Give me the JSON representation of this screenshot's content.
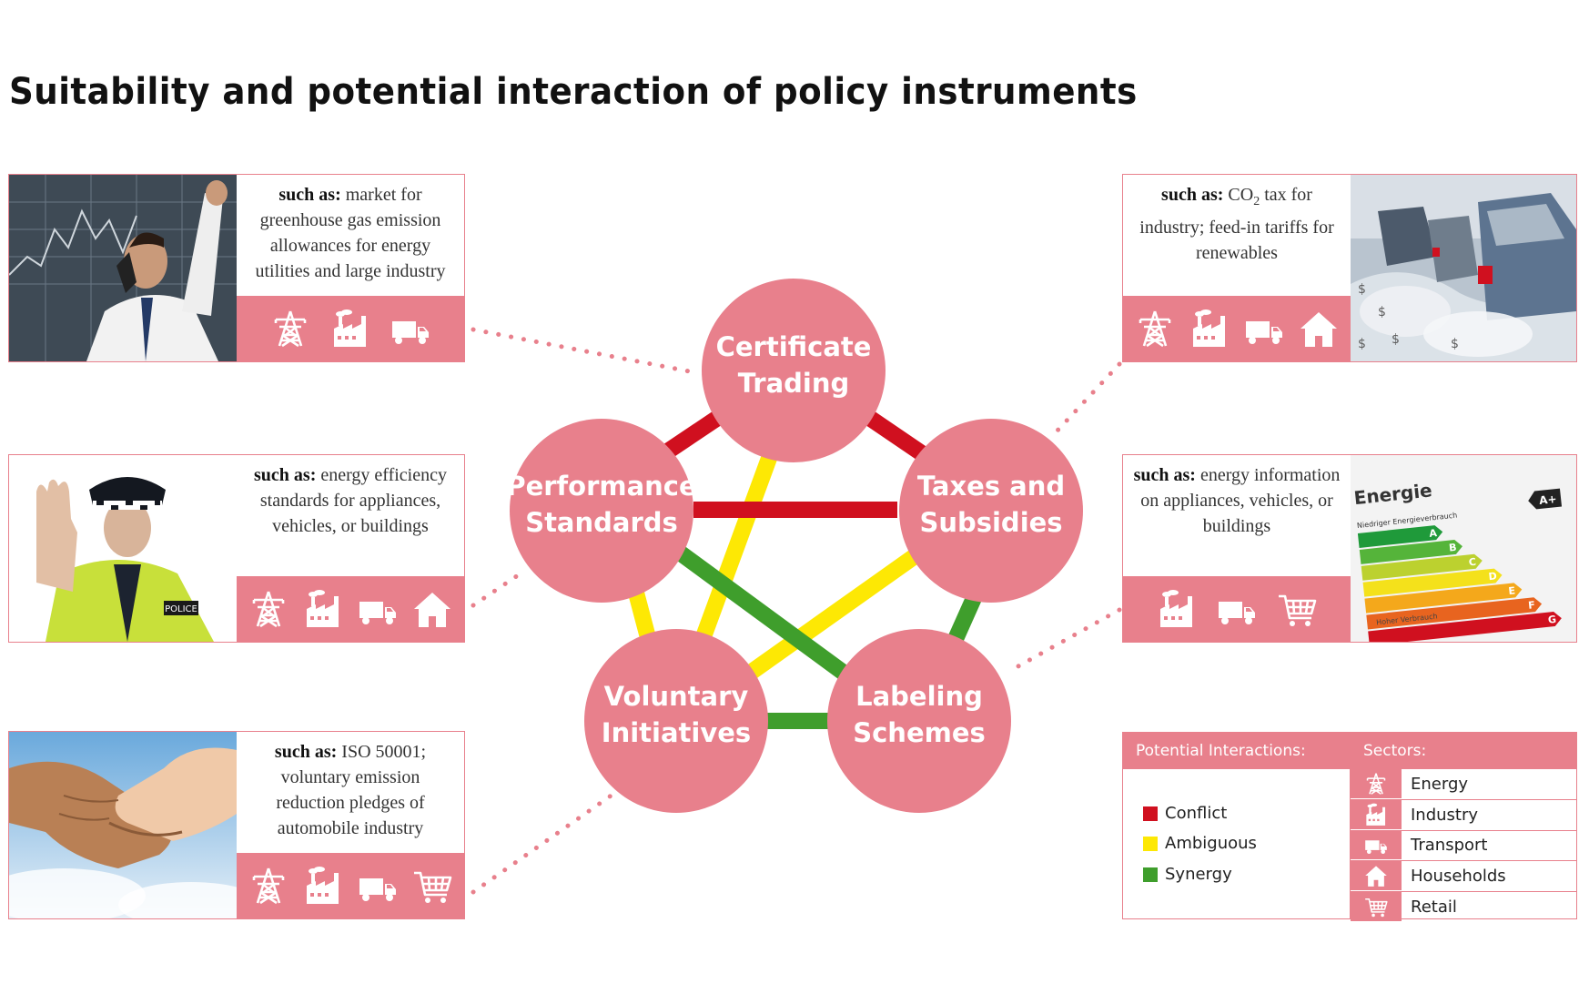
{
  "title": "Suitability and potential interaction of policy instruments",
  "colors": {
    "accent": "#e8808c",
    "node": "#e8808c",
    "conflict": "#d0101f",
    "ambiguous": "#fde804",
    "synergy": "#3f9e2c"
  },
  "nodes": {
    "certificate": {
      "line1": "Certificate",
      "line2": "Trading"
    },
    "performance": {
      "line1": "Performance",
      "line2": "Standards"
    },
    "taxes": {
      "line1": "Taxes and",
      "line2": "Subsidies"
    },
    "voluntary": {
      "line1": "Voluntary",
      "line2": "Initiatives"
    },
    "labeling": {
      "line1": "Labeling",
      "line2": "Schemes"
    }
  },
  "interactions": [
    {
      "from": "Certificate Trading",
      "to": "Performance Standards",
      "type": "Conflict"
    },
    {
      "from": "Certificate Trading",
      "to": "Taxes and Subsidies",
      "type": "Conflict"
    },
    {
      "from": "Performance Standards",
      "to": "Taxes and Subsidies",
      "type": "Conflict"
    },
    {
      "from": "Certificate Trading",
      "to": "Voluntary Initiatives",
      "type": "Ambiguous"
    },
    {
      "from": "Performance Standards",
      "to": "Voluntary Initiatives",
      "type": "Ambiguous"
    },
    {
      "from": "Taxes and Subsidies",
      "to": "Voluntary Initiatives",
      "type": "Ambiguous"
    },
    {
      "from": "Performance Standards",
      "to": "Labeling Schemes",
      "type": "Synergy"
    },
    {
      "from": "Taxes and Subsidies",
      "to": "Labeling Schemes",
      "type": "Synergy"
    },
    {
      "from": "Voluntary Initiatives",
      "to": "Labeling Schemes",
      "type": "Synergy"
    }
  ],
  "cards": {
    "certificate": {
      "label": "such as:",
      "text": "market for greenhouse gas emission allowances for energy utilities and large industry",
      "sectors": [
        "energy-icon",
        "industry-icon",
        "transport-icon"
      ],
      "photo": "trader-photo"
    },
    "performance": {
      "label": "such as:",
      "text": "energy efficiency standards for appliances, vehicles, or buildings",
      "sectors": [
        "energy-icon",
        "industry-icon",
        "transport-icon",
        "households-icon"
      ],
      "photo": "police-photo",
      "badge": "POLICE"
    },
    "voluntary": {
      "label": "such as:",
      "text": "ISO 50001; voluntary emission reduction pledges of automobile industry",
      "sectors": [
        "energy-icon",
        "industry-icon",
        "transport-icon",
        "retail-icon"
      ],
      "photo": "handshake-photo"
    },
    "taxes": {
      "label": "such as:",
      "text_a": "CO",
      "text_sub": "2",
      "text_b": " tax for industry; feed-in tariffs for renewables",
      "sectors": [
        "energy-icon",
        "industry-icon",
        "transport-icon",
        "households-icon"
      ],
      "photo": "traffic-photo",
      "dollar": "$"
    },
    "labeling": {
      "label": "such as:",
      "text": "energy information on appliances, vehicles, or buildings",
      "sectors": [
        "industry-icon",
        "transport-icon",
        "retail-icon"
      ],
      "photo": "energy-label-photo",
      "label_photo": {
        "heading": "Energie",
        "classes": [
          "A",
          "B",
          "C",
          "D",
          "E",
          "F",
          "G"
        ],
        "low": "Niedriger Energieverbrauch",
        "high": "Hoher Verbrauch",
        "badge": "A+"
      }
    }
  },
  "legend": {
    "interactions_title": "Potential Interactions:",
    "interactions": [
      {
        "label": "Conflict",
        "color": "#d0101f"
      },
      {
        "label": "Ambiguous",
        "color": "#fde804"
      },
      {
        "label": "Synergy",
        "color": "#3f9e2c"
      }
    ],
    "sectors_title": "Sectors:",
    "sectors": [
      {
        "label": "Energy",
        "icon": "energy-icon"
      },
      {
        "label": "Industry",
        "icon": "industry-icon"
      },
      {
        "label": "Transport",
        "icon": "transport-icon"
      },
      {
        "label": "Households",
        "icon": "households-icon"
      },
      {
        "label": "Retail",
        "icon": "retail-icon"
      }
    ]
  }
}
